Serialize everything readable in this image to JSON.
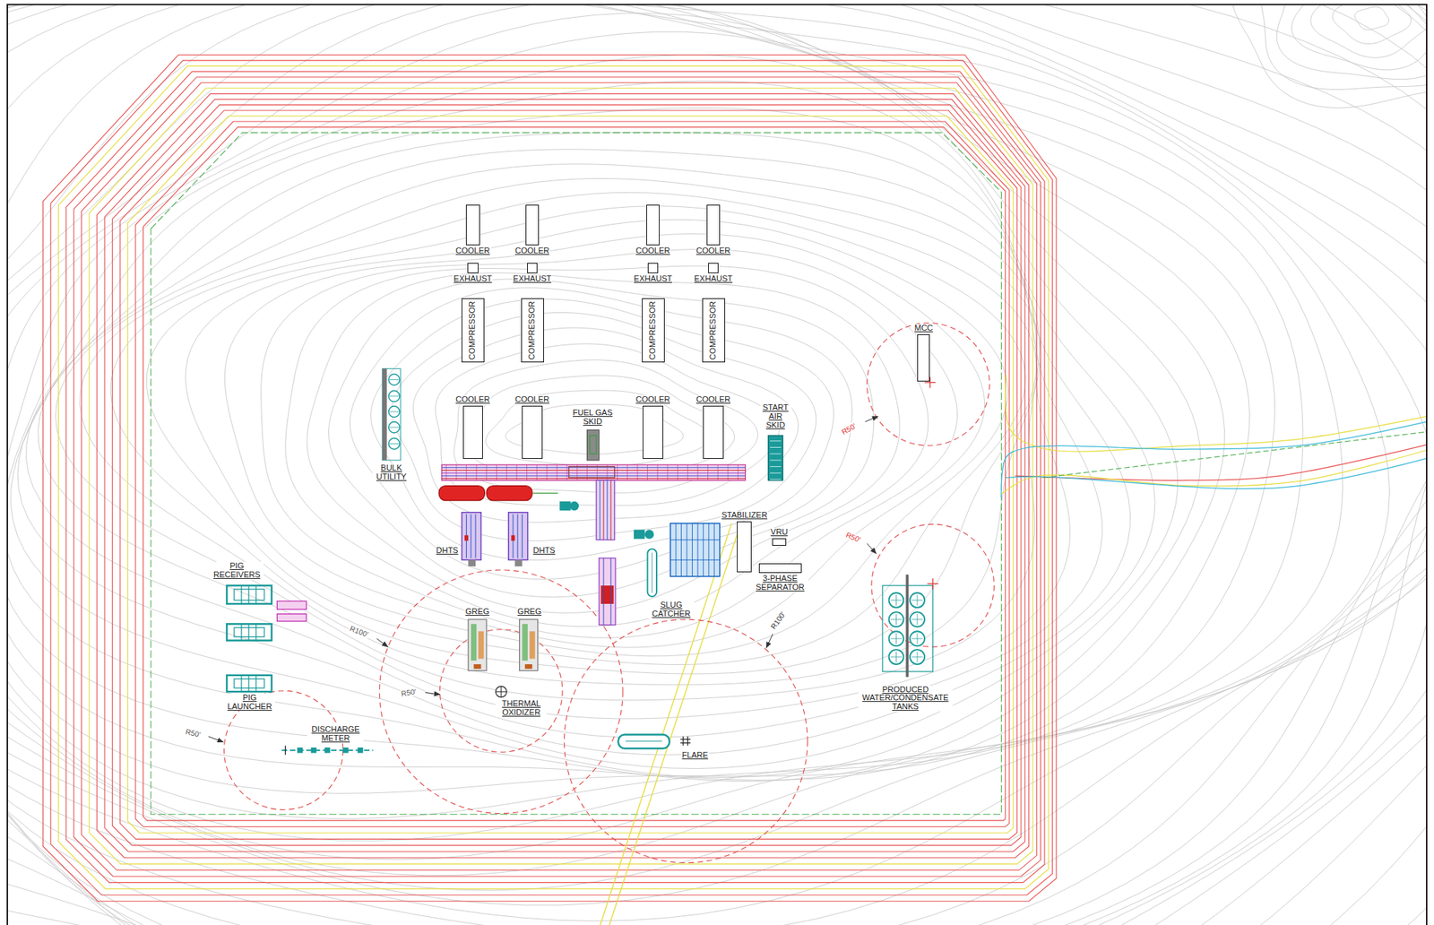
{
  "diagram": {
    "nodes": [
      {
        "text": [
          "COOLER"
        ]
      },
      {
        "text": [
          "COOLER"
        ]
      },
      {
        "text": [
          "COOLER"
        ]
      },
      {
        "text": [
          "COOLER"
        ]
      },
      {
        "text": [
          "EXHAUST"
        ]
      },
      {
        "text": [
          "EXHAUST"
        ]
      },
      {
        "text": [
          "EXHAUST"
        ]
      },
      {
        "text": [
          "EXHAUST"
        ]
      },
      {
        "text": [
          "COMPRESSOR"
        ]
      },
      {
        "text": [
          "COMPRESSOR"
        ]
      },
      {
        "text": [
          "COMPRESSOR"
        ]
      },
      {
        "text": [
          "COMPRESSOR"
        ]
      },
      {
        "text": [
          "MCC"
        ]
      },
      {
        "text": [
          "COOLER"
        ]
      },
      {
        "text": [
          "COOLER"
        ]
      },
      {
        "text": [
          "COOLER"
        ]
      },
      {
        "text": [
          "COOLER"
        ]
      },
      {
        "text": [
          "START AIR SKID"
        ]
      },
      {
        "text": [
          "FUEL GAS SKID"
        ]
      },
      {
        "text": [
          "BULK UTILITY"
        ]
      },
      {
        "text": [
          "STABILIZER"
        ]
      },
      {
        "text": [
          "VRU"
        ]
      },
      {
        "text": [
          "DHTS"
        ]
      },
      {
        "text": [
          "DHTS"
        ]
      },
      {
        "text": [
          "PIG RECEIVERS"
        ]
      },
      {
        "text": [
          "3-PHASE SEPARATOR"
        ]
      },
      {
        "text": [
          "SLUG CATCHER"
        ]
      },
      {
        "text": [
          "GREG"
        ]
      },
      {
        "text": [
          "GREG"
        ]
      },
      {
        "text": [
          "PRODUCED WATER/CONDENSATE TANKS"
        ]
      },
      {
        "text": [
          "PIG LAUNCHER"
        ]
      },
      {
        "text": [
          "THERMAL OXIDIZER"
        ]
      },
      {
        "text": [
          "DISCHARGE METER"
        ]
      },
      {
        "text": [
          "FLARE"
        ]
      }
    ],
    "labels": [
      "R50'",
      "R50'",
      "R100'",
      "R50'",
      "R100'",
      "R50'"
    ]
  }
}
